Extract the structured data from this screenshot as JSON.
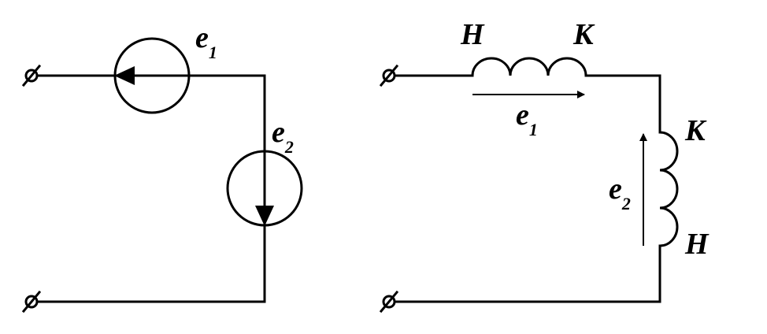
{
  "left_circuit": {
    "source_1": {
      "symbol": "e",
      "index": "1"
    },
    "source_2": {
      "symbol": "e",
      "index": "2"
    }
  },
  "right_circuit": {
    "winding_1": {
      "start_label": "Н",
      "end_label": "К",
      "emf_symbol": "e",
      "emf_index": "1"
    },
    "winding_2": {
      "start_label": "Н",
      "end_label": "К",
      "emf_symbol": "e",
      "emf_index": "2"
    }
  },
  "colors": {
    "line": "#000000",
    "background": "#ffffff"
  }
}
